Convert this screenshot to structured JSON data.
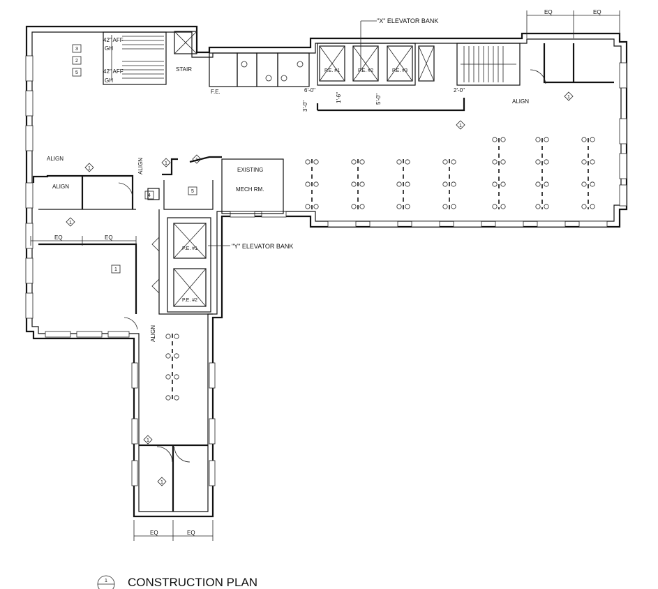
{
  "title": "CONSTRUCTION PLAN",
  "title_number": "1",
  "labels": {
    "x_elevator_bank": "\"X\" ELEVATOR BANK",
    "y_elevator_bank": "\"Y\" ELEVATOR BANK",
    "existing_mech_room_line1": "EXISTING",
    "existing_mech_room_line2": "MECH RM.",
    "stair": "STAIR",
    "align": "ALIGN",
    "eq": "EQ",
    "fe": "F.E.",
    "aff_42": "42\" AFF",
    "gh": "GH",
    "pe1": "P.E. #1",
    "pe2": "P.E. #2",
    "pe3": "P.E. #3",
    "dim_6_0": "6'-0\"",
    "dim_5_0": "5'-0\"",
    "dim_1_6": "1'-6\"",
    "dim_3_0": "3'-0\"",
    "dim_2_0": "2'-0\""
  },
  "tags": {
    "wall_type_1": "1",
    "wall_type_2": "2",
    "wall_type_3": "3",
    "wall_type_4": "4",
    "wall_type_5": "5"
  }
}
